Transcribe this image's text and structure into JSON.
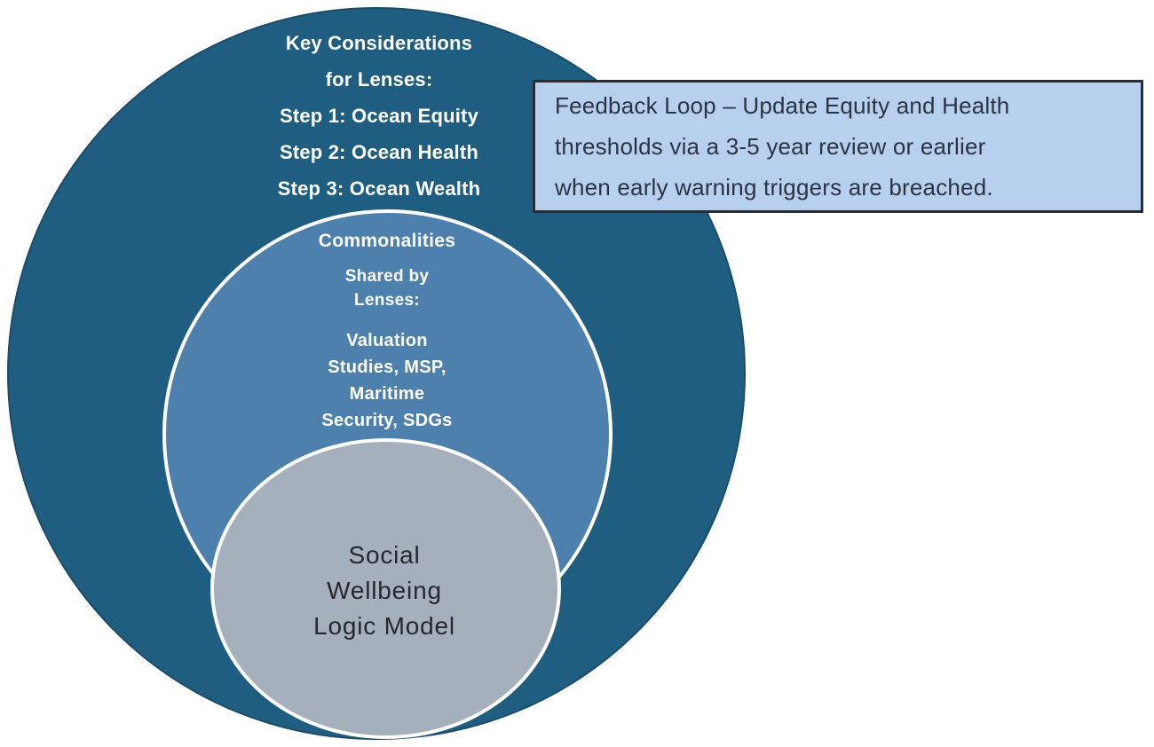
{
  "diagram": {
    "background_color": "#ffffff",
    "outer_circle": {
      "fill_color": "#1f5e80",
      "text_color": "#ffffff",
      "lines": [
        "Key Considerations",
        "for Lenses:",
        "Step 1: Ocean Equity",
        "Step 2: Ocean Health",
        "Step 3: Ocean Wealth"
      ]
    },
    "middle_circle": {
      "fill_color": "#4d80ac",
      "border_color": "#ffffff",
      "text_color": "#ffffff",
      "title": "Commonalities",
      "subtitle": "Shared by\nLenses:",
      "body": "Valuation\nStudies, MSP,\nMaritime\nSecurity, SDGs"
    },
    "inner_circle": {
      "fill_color": "#a6b0bd",
      "border_color": "#ffffff",
      "text_color": "#26282e",
      "label": "Social\nWellbeing\nLogic Model"
    },
    "feedback_box": {
      "fill_color": "#b6d0ee",
      "border_color": "#282c35",
      "text_color": "#2b3442",
      "text": "Feedback Loop – Update Equity and Health\nthresholds via a 3-5 year review or earlier\nwhen early warning triggers are breached."
    }
  }
}
